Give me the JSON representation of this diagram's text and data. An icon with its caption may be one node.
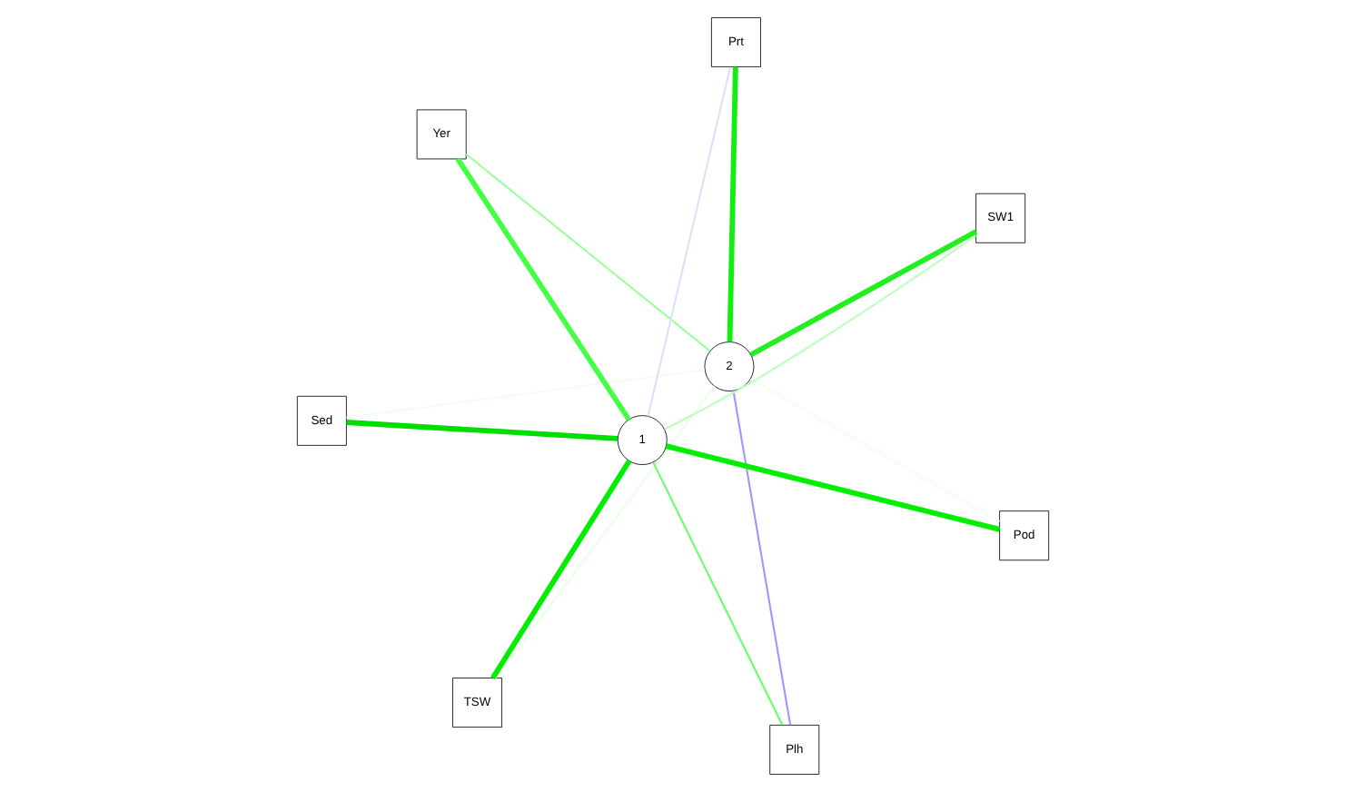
{
  "diagram": {
    "nodes": [
      {
        "text": [
          "SW1"
        ]
      },
      {
        "text": [
          "Plh"
        ]
      },
      {
        "text": [
          "2"
        ]
      },
      {
        "text": [
          "TSW"
        ]
      },
      {
        "text": [
          "Prt"
        ]
      },
      {
        "text": [
          "1"
        ]
      },
      {
        "text": [
          "Pod"
        ]
      },
      {
        "text": [
          "Yer"
        ]
      },
      {
        "text": [
          "Sed"
        ]
      }
    ],
    "edges": [
      {
        "from": 5,
        "to": 1,
        "arrow": "none",
        "color": "#66ff66"
      },
      {
        "from": 2,
        "to": 1,
        "arrow": "none",
        "color": "#9999ff"
      },
      {
        "from": 2,
        "to": 0,
        "arrow": "none",
        "style": "thick",
        "color": "#22ee22"
      },
      {
        "from": 5,
        "to": 0,
        "arrow": "none",
        "color": "#bbffbb"
      },
      {
        "from": 5,
        "to": 3,
        "arrow": "none",
        "style": "thick",
        "color": "#00ee00"
      },
      {
        "from": 2,
        "to": 3,
        "arrow": "none",
        "color": "#e8ffe8"
      },
      {
        "from": 5,
        "to": 6,
        "arrow": "none",
        "style": "thick",
        "color": "#00ee00"
      },
      {
        "from": 5,
        "to": 8,
        "arrow": "none",
        "style": "thick",
        "color": "#00dd00"
      },
      {
        "from": 5,
        "to": 7,
        "arrow": "none",
        "style": "thick",
        "color": "#44ff44"
      },
      {
        "from": 2,
        "to": 7,
        "arrow": "none",
        "color": "#99ff99"
      },
      {
        "from": 2,
        "to": 4,
        "arrow": "none",
        "style": "thick",
        "color": "#11ee11"
      },
      {
        "from": 5,
        "to": 4,
        "arrow": "none",
        "color": "#ddddff"
      },
      {
        "from": 2,
        "to": 6,
        "arrow": "none",
        "color": "#f0fff0"
      },
      {
        "from": 2,
        "to": 8,
        "arrow": "none",
        "color": "#f0fff0"
      }
    ]
  }
}
